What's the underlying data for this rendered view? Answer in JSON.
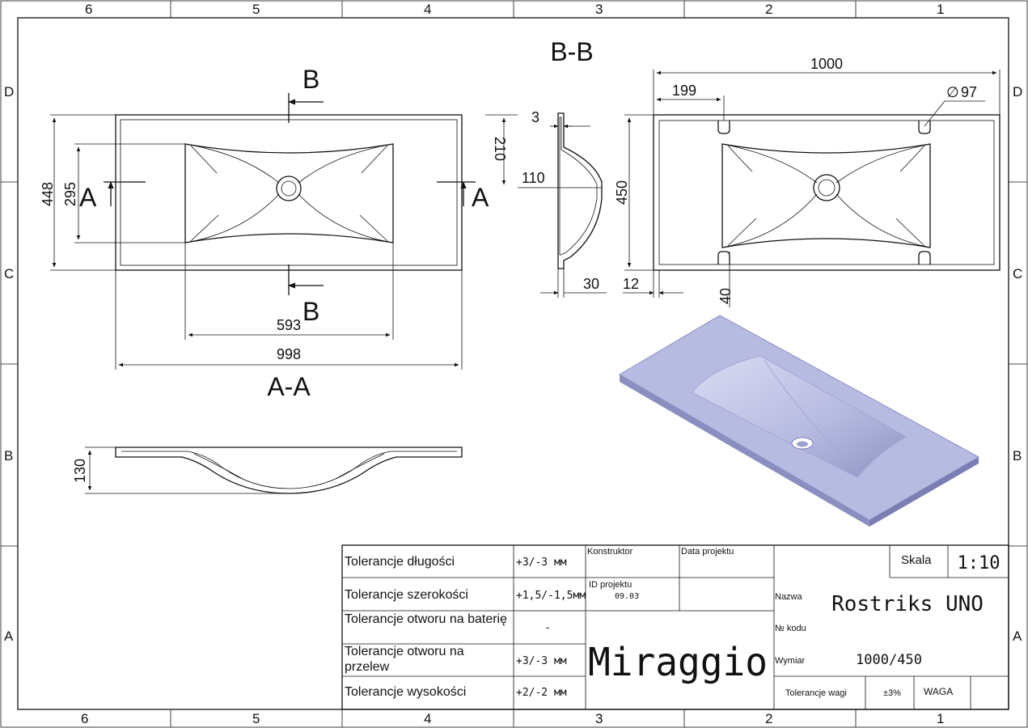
{
  "frame": {
    "top_columns": [
      "6",
      "5",
      "4",
      "3",
      "2",
      "1"
    ],
    "bottom_columns": [
      "6",
      "5",
      "4",
      "3",
      "2",
      "1"
    ],
    "left_rows": [
      "D",
      "C",
      "B",
      "A"
    ],
    "right_rows": [
      "D",
      "C",
      "B",
      "A"
    ]
  },
  "views": {
    "top_view": {
      "section_letter_a": "A",
      "section_letter_b": "B",
      "dims": {
        "height_outer": "448",
        "height_basin": "295",
        "width_basin": "593",
        "width_outer": "998"
      },
      "title": "A-A"
    },
    "section_view": {
      "dims": {
        "rim": "3",
        "drain_offset": "110",
        "base": "30"
      }
    },
    "right_view": {
      "title": "B-B",
      "dims": {
        "width": "1000",
        "offset": "199",
        "hole": "97",
        "diameter_symbol": "∅",
        "height": "450",
        "half_height": "210",
        "edge": "12",
        "notch": "40"
      }
    },
    "side_view": {
      "dims": {
        "height": "130"
      }
    }
  },
  "title_block": {
    "tolerances": [
      {
        "label": "Tolerancje długości",
        "value": "+3/-3 мм"
      },
      {
        "label": "Tolerancje szerokości",
        "value": "+1,5/-1,5мм"
      },
      {
        "label": "Tolerancje otworu na baterię",
        "value": "-"
      },
      {
        "label": "Tolerancje otworu na przelew",
        "value": "+3/-3 мм"
      },
      {
        "label": "Tolerancje wysokości",
        "value": "+2/-2 мм"
      }
    ],
    "konstruktor_label": "Konstruktor",
    "data_label": "Data projektu",
    "id_label": "ID projektu",
    "id_value": "09.03",
    "brand": "Miraggio",
    "skala_label": "Skala",
    "skala_value": "1:10",
    "nazwa_label": "Nazwa",
    "nazwa_value": "Rostriks UNO",
    "kod_label": "№ kodu",
    "wymiar_label": "Wymiar",
    "wymiar_value": "1000/450",
    "waga_tol_label": "Tolerancje wagi",
    "waga_tol_value": "±3%",
    "waga_label": "WAGA"
  },
  "colors": {
    "line": "#111111",
    "render_top": "#b9bde3",
    "render_side": "#8f93c4",
    "render_basin": "#cfd3ef"
  }
}
